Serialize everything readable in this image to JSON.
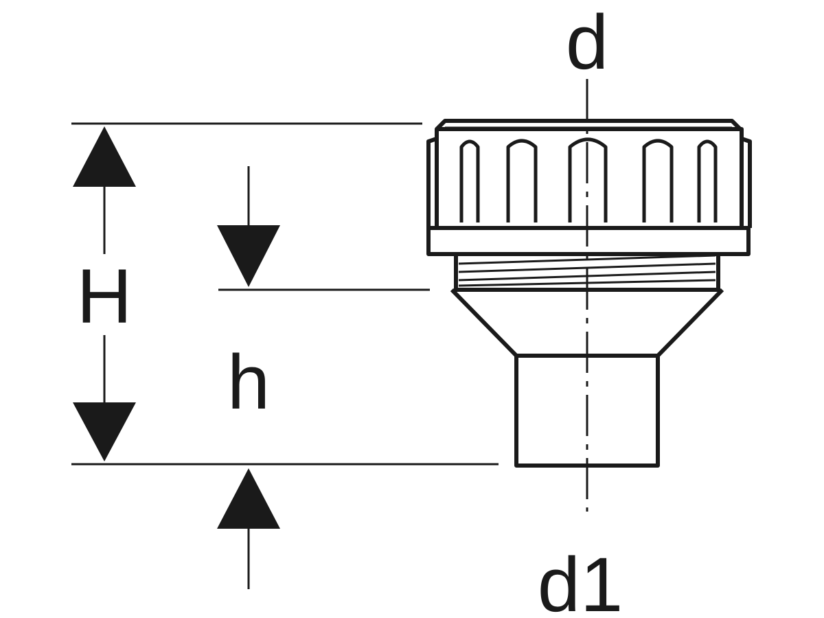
{
  "labels": {
    "d": "d",
    "d1": "d1",
    "H": "H",
    "h": "h"
  },
  "colors": {
    "ink": "#1a1a1a",
    "background": "#ffffff"
  }
}
